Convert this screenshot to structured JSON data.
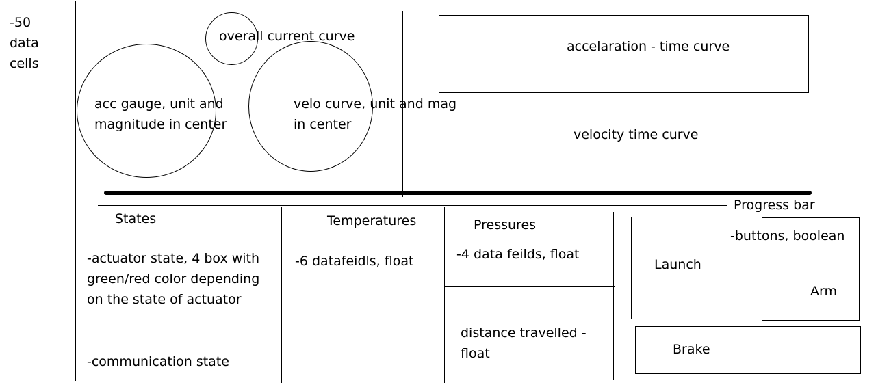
{
  "sidebar": {
    "note": "-50 data cells"
  },
  "gauges": {
    "current_curve": "overall current curve",
    "acc_gauge": "acc gauge, unit and magnitude in center",
    "velo_curve": "velo curve, unit and mag in center"
  },
  "curves": {
    "acceleration": "accelaration - time curve",
    "velocity": "velocity time curve"
  },
  "progress_bar": {
    "label": "Progress bar"
  },
  "states": {
    "heading": "States",
    "actuator": "-actuator state, 4 box with green/red color depending on the state of actuator",
    "communication": "-communication state"
  },
  "temperatures": {
    "heading": "Temperatures",
    "fields": "-6 datafeidls, float"
  },
  "pressures": {
    "heading": "Pressures",
    "fields": "-4 data feilds, float",
    "distance": "distance travelled - float"
  },
  "buttons": {
    "note": "-buttons, boolean",
    "launch": "Launch",
    "arm": "Arm",
    "brake": "Brake"
  }
}
